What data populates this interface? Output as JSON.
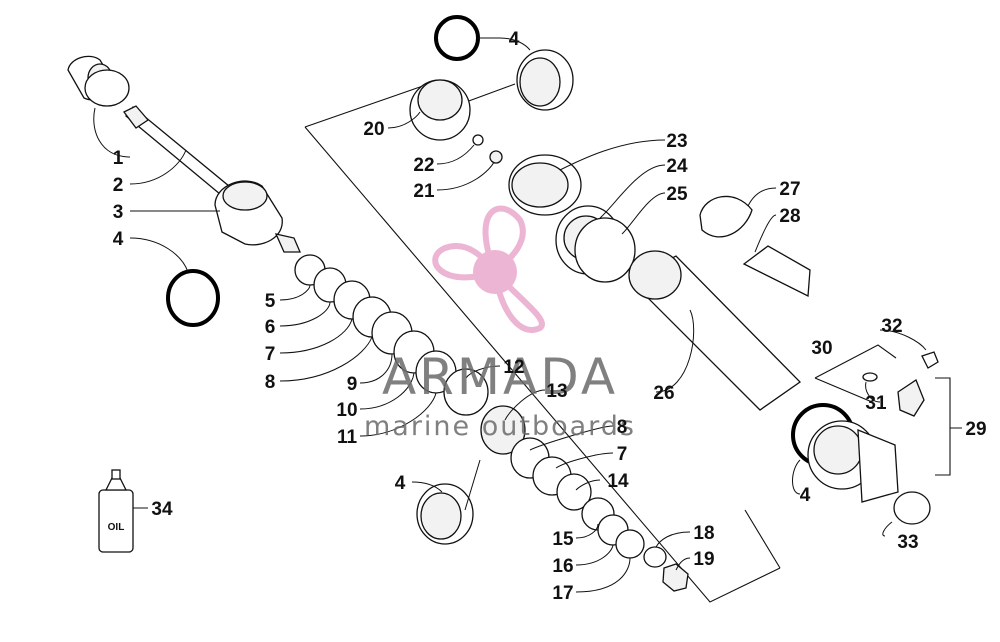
{
  "watermark": {
    "title": "ARMADA",
    "subtitle": "marine outboards",
    "logo_color": "#e8a9cc",
    "text_color": "#6b6b6b"
  },
  "diagram": {
    "oil_label": "OIL",
    "part_labels": {
      "p1": "1",
      "p2": "2",
      "p3": "3",
      "p4a": "4",
      "p4b": "4",
      "p4c": "4",
      "p4d": "4",
      "p5": "5",
      "p6": "6",
      "p7a": "7",
      "p7b": "7",
      "p8a": "8",
      "p8b": "8",
      "p9": "9",
      "p10": "10",
      "p11": "11",
      "p12": "12",
      "p13": "13",
      "p14": "14",
      "p15": "15",
      "p16": "16",
      "p17": "17",
      "p18": "18",
      "p19": "19",
      "p20": "20",
      "p21": "21",
      "p22": "22",
      "p23": "23",
      "p24": "24",
      "p25": "25",
      "p26": "26",
      "p27": "27",
      "p28": "28",
      "p29": "29",
      "p30": "30",
      "p31": "31",
      "p32": "32",
      "p33": "33",
      "p34": "34"
    }
  }
}
